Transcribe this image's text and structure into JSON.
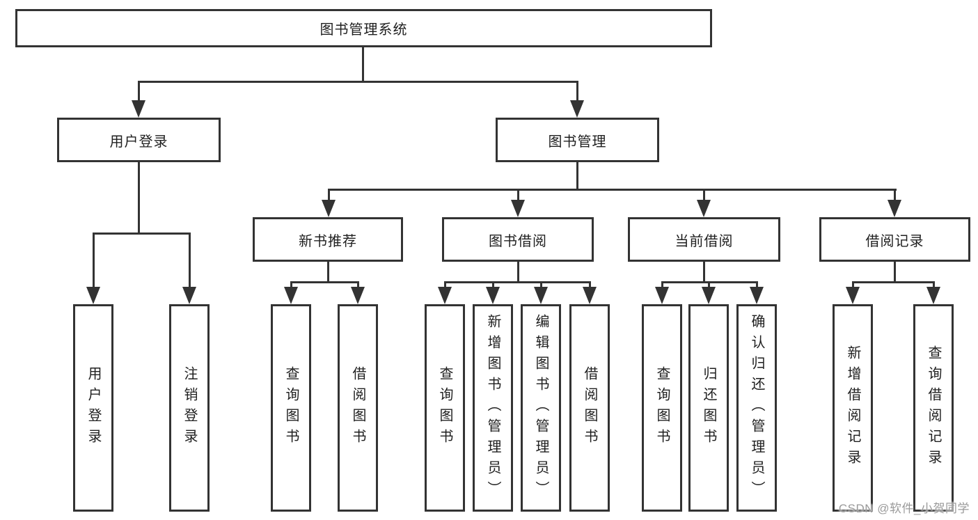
{
  "tree": {
    "root": {
      "label": "图书管理系统",
      "children": [
        {
          "label": "用户登录",
          "children": [
            {
              "label": "用户登录"
            },
            {
              "label": "注销登录"
            }
          ]
        },
        {
          "label": "图书管理",
          "children": [
            {
              "label": "新书推荐",
              "children": [
                {
                  "label": "查询图书"
                },
                {
                  "label": "借阅图书"
                }
              ]
            },
            {
              "label": "图书借阅",
              "children": [
                {
                  "label": "查询图书"
                },
                {
                  "label": "新增图书（管理员）"
                },
                {
                  "label": "编辑图书（管理员）"
                },
                {
                  "label": "借阅图书"
                }
              ]
            },
            {
              "label": "当前借阅",
              "children": [
                {
                  "label": "查询图书"
                },
                {
                  "label": "归还图书"
                },
                {
                  "label": "确认归还（管理员）"
                }
              ]
            },
            {
              "label": "借阅记录",
              "children": [
                {
                  "label": "新增借阅记录"
                },
                {
                  "label": "查询借阅记录"
                }
              ]
            }
          ]
        }
      ]
    }
  },
  "watermark": "CSDN @软件_小贺同学",
  "colors": {
    "line": "#333333",
    "box_border": "#333333",
    "box_fill": "#ffffff",
    "text": "#1f1f1f",
    "watermark": "#9a9a9a",
    "background": "#ffffff"
  }
}
